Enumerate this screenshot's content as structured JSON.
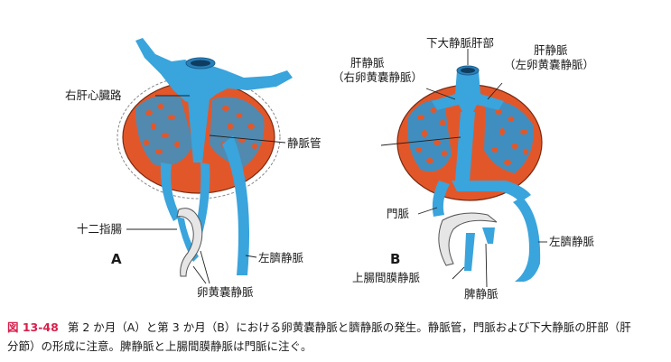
{
  "panel_a": {
    "letter": "A",
    "labels": {
      "right_hepatocardiac": "右肝心臓路",
      "ductus_venosus": "静脈管",
      "duodenum": "十二指腸",
      "left_umbilical": "左臍静脈",
      "vitelline": "卵黄嚢静脈"
    }
  },
  "panel_b": {
    "letter": "B",
    "labels": {
      "ivc_hepatic": "下大静脈肝部",
      "hepatic_left_1": "肝静脈",
      "hepatic_left_2": "（右卵黄嚢静脈）",
      "hepatic_right_1": "肝静脈",
      "hepatic_right_2": "（左卵黄嚢静脈）",
      "portal": "門脈",
      "left_umbilical": "左臍静脈",
      "sup_mesenteric": "上腸間膜静脈",
      "splenic": "脾静脈"
    }
  },
  "caption": {
    "number": "図 13-48",
    "line1": "第 2 か月（A）と第 3 か月（B）における卵黄嚢静脈と臍静脈の発生。静脈管，門脈および下大静脈の肝部（肝",
    "line2": "分節）の形成に注意。脾静脈と上腸間膜静脈は門脈に注ぐ。"
  },
  "colors": {
    "vein": "#3aa4dc",
    "liver": "#e2572a",
    "caption_number": "#d8204c"
  }
}
